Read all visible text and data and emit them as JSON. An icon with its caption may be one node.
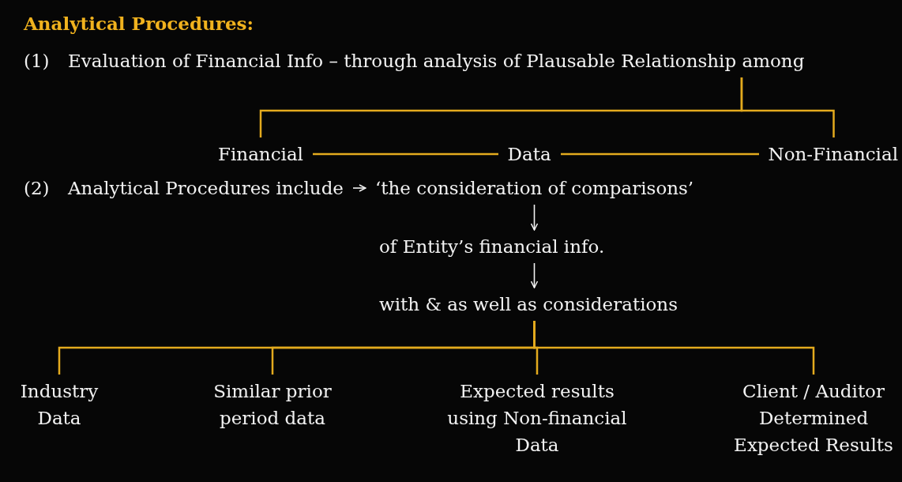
{
  "diagram": {
    "title": "Analytical Procedures:",
    "nodes": [
      {
        "text": [
          "(1)",
          "Evaluation of Financial Info – through analysis of Plausable Relationship among"
        ]
      },
      {
        "text": [
          "Financial"
        ]
      },
      {
        "text": [
          "Data"
        ]
      },
      {
        "text": [
          "Non-Financial"
        ]
      },
      {
        "text": [
          "(2)",
          "Analytical Procedures include"
        ]
      },
      {
        "text": [
          "‘the consideration of comparisons’"
        ]
      },
      {
        "text": [
          "of Entity’s financial info."
        ]
      },
      {
        "text": [
          "with & as well as considerations"
        ]
      },
      {
        "text": [
          "Industry Data"
        ]
      },
      {
        "text": [
          "Similar prior period data"
        ]
      },
      {
        "text": [
          "Expected results using Non-financial Data"
        ]
      },
      {
        "text": [
          "Client / Auditor Determined Expected Results"
        ]
      }
    ],
    "edges": [
      {
        "from": 0,
        "to": 1,
        "arrow": "none"
      },
      {
        "from": 0,
        "to": 3,
        "arrow": "none"
      },
      {
        "from": 1,
        "to": 2,
        "arrow": "none"
      },
      {
        "from": 2,
        "to": 3,
        "arrow": "none"
      },
      {
        "from": 4,
        "to": 5,
        "arrow": "to",
        "color": "#f2f2f2"
      },
      {
        "from": 5,
        "to": 6,
        "arrow": "to",
        "color": "#f2f2f2"
      },
      {
        "from": 6,
        "to": 7,
        "arrow": "to",
        "color": "#f2f2f2"
      },
      {
        "from": 7,
        "to": 8,
        "arrow": "none"
      },
      {
        "from": 7,
        "to": 9,
        "arrow": "none"
      },
      {
        "from": 7,
        "to": 10,
        "arrow": "none"
      },
      {
        "from": 7,
        "to": 11,
        "arrow": "none"
      }
    ]
  }
}
